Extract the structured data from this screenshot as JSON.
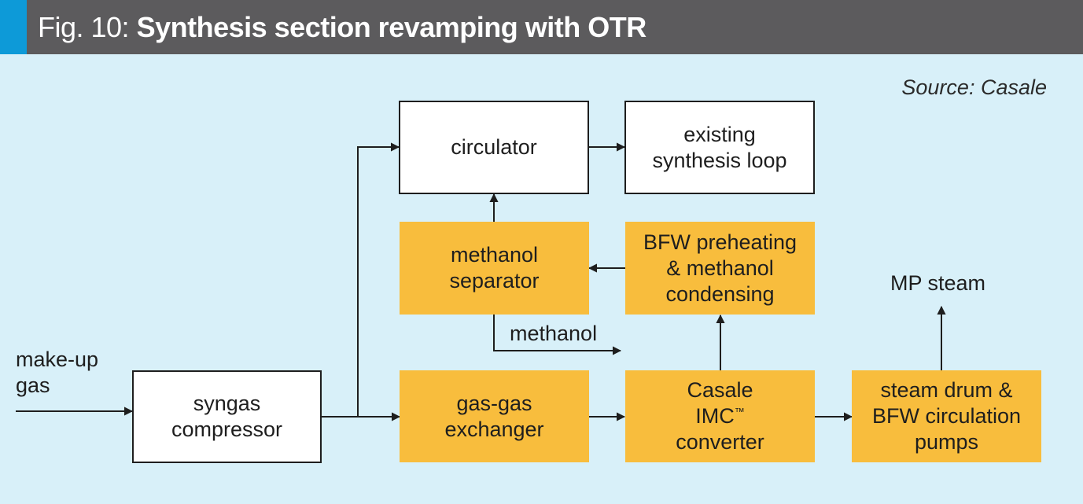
{
  "header": {
    "fig_label": "Fig. 10:",
    "title": "Synthesis section revamping with OTR",
    "accent_color": "#0d9ad8",
    "bar_color": "#5c5b5d"
  },
  "source": "Source: Casale",
  "colors": {
    "background": "#d8f0f9",
    "orange_box": "#f8bd3d",
    "white_box": "#ffffff",
    "line": "#1e1e1e"
  },
  "nodes": {
    "circulator": "circulator",
    "existing_loop": "existing\nsynthesis loop",
    "methanol_separator": "methanol\nseparator",
    "bfw_preheating": "BFW preheating\n& methanol\ncondensing",
    "syngas_compressor": "syngas\ncompressor",
    "gas_exchanger": "gas-gas\nexchanger",
    "converter_line1": "Casale",
    "converter_line2": "IMC",
    "converter_tm": "™",
    "converter_line3": "converter",
    "steam_drum": "steam drum &\nBFW circulation\npumps"
  },
  "labels": {
    "makeup_gas": "make-up\ngas",
    "methanol": "methanol",
    "mp_steam": "MP steam"
  }
}
